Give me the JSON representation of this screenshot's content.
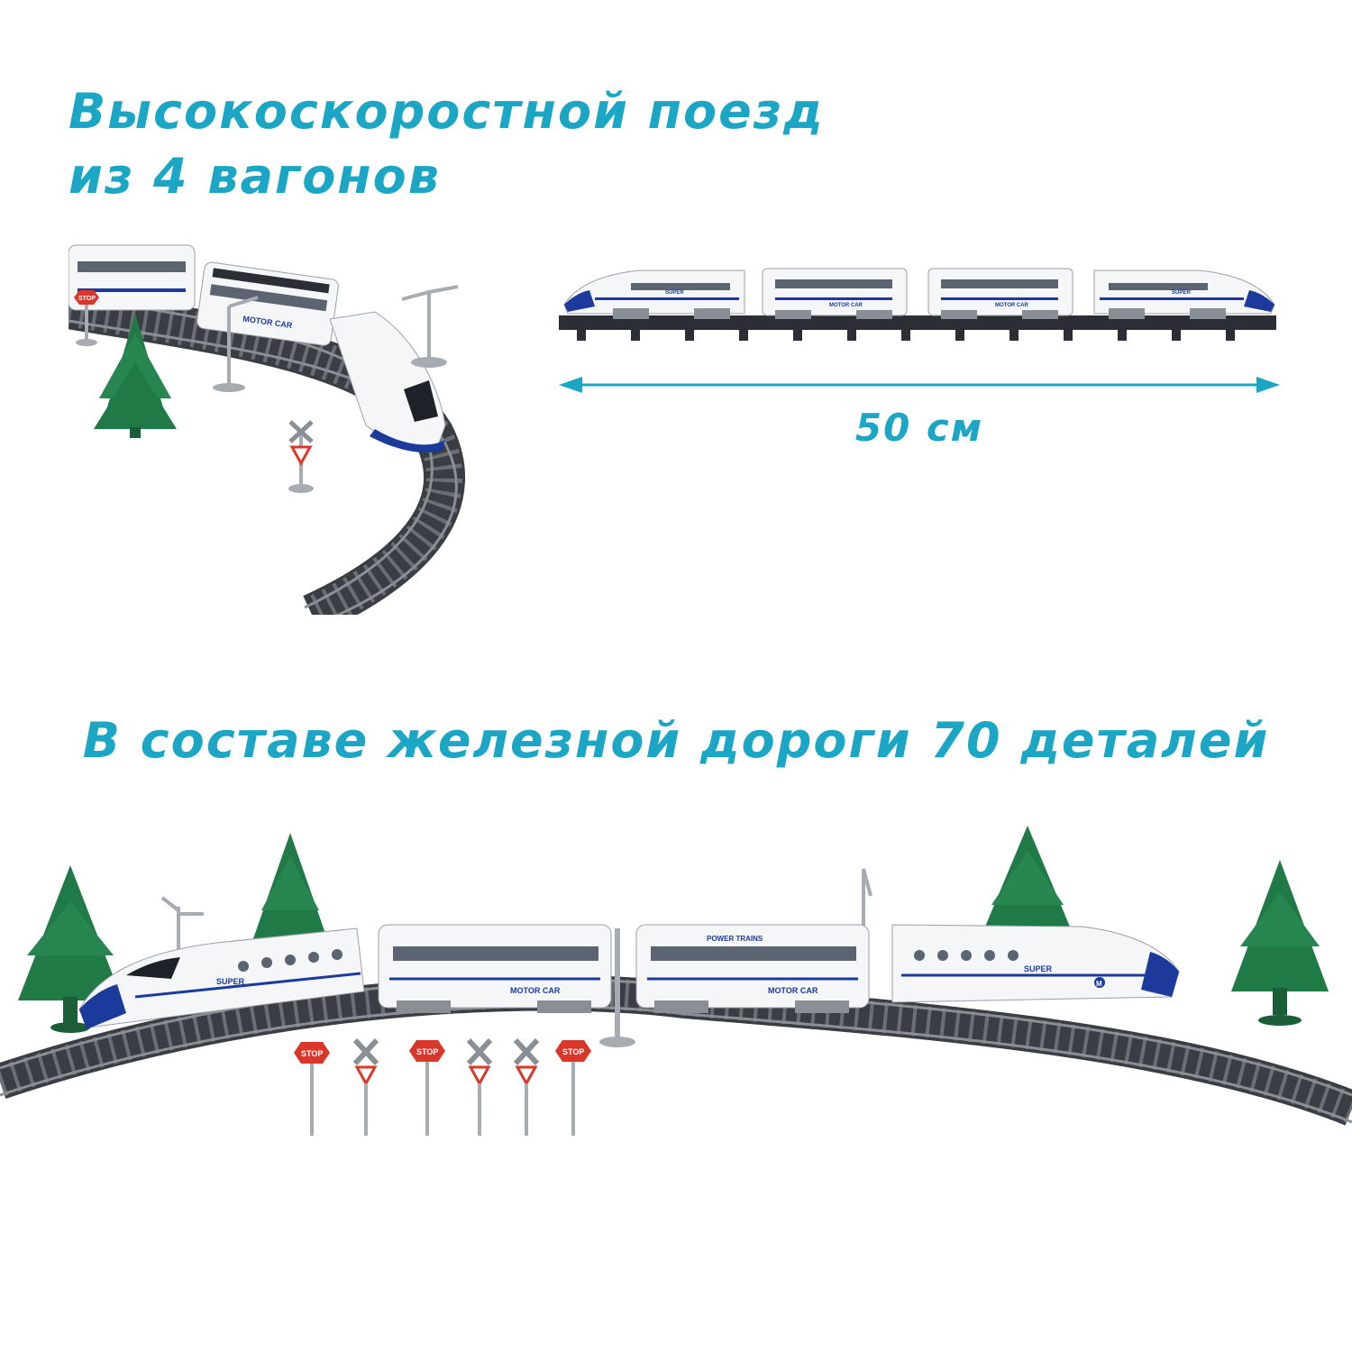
{
  "headline_top": [
    "Высокоскоростной поезд",
    "из 4 вагонов"
  ],
  "dimension": "50 см",
  "headline_bottom": "В составе железной дороги 70 деталей",
  "car_labels": {
    "super": "SUPER",
    "motor_car": "MOTOR CAR",
    "power_trains": "POWER TRAINS",
    "logo": "M"
  },
  "sign_text": "STOP",
  "colors": {
    "accent": "#1aa6c4",
    "train_body": "#f4f6f8",
    "train_blue": "#1c3a9c",
    "rail": "#3a3d42",
    "tree": "#1f7a45",
    "stop_sign": "#d8372a"
  },
  "icons": [
    "tree-icon",
    "stop-sign-icon",
    "railroad-crossing-sign-icon",
    "street-lamp-icon",
    "double-arrow-icon"
  ]
}
